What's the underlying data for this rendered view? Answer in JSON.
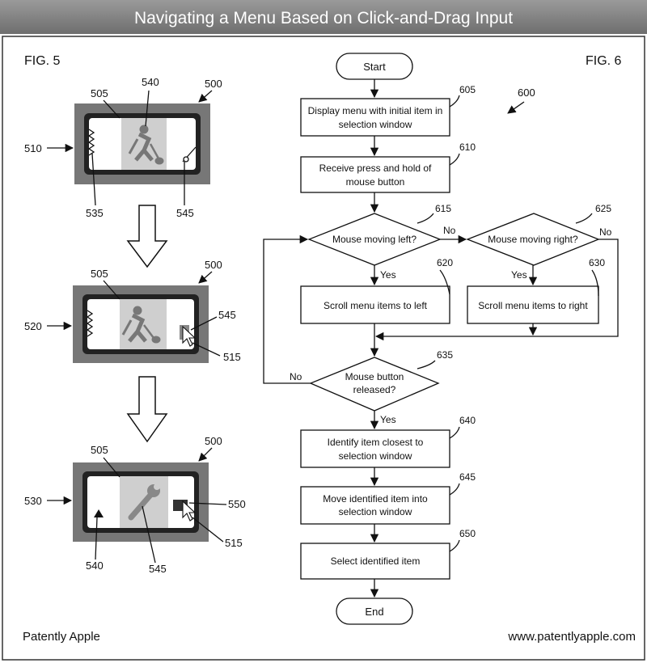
{
  "header": {
    "title": "Navigating a Menu Based on Click-and-Drag Input"
  },
  "fig5": {
    "title": "FIG. 5",
    "labels": {
      "p1_ref": "500",
      "p1_505": "505",
      "p1_540": "540",
      "p1_510": "510",
      "p1_535": "535",
      "p1_545": "545",
      "p2_ref": "500",
      "p2_505": "505",
      "p2_520": "520",
      "p2_545": "545",
      "p2_515": "515",
      "p3_ref": "500",
      "p3_505": "505",
      "p3_530": "530",
      "p3_550": "550",
      "p3_515": "515",
      "p3_540": "540",
      "p3_545": "545"
    }
  },
  "fig6": {
    "title": "FIG. 6",
    "ref": "600",
    "start": "Start",
    "end": "End",
    "steps": {
      "s605": {
        "num": "605",
        "l1": "Display menu with initial item in",
        "l2": "selection window"
      },
      "s610": {
        "num": "610",
        "l1": "Receive press and hold of",
        "l2": "mouse button"
      },
      "d615": {
        "num": "615",
        "l1": "Mouse moving left?"
      },
      "d625": {
        "num": "625",
        "l1": "Mouse moving right?"
      },
      "s620": {
        "num": "620",
        "l1": "Scroll menu items to left"
      },
      "s630": {
        "num": "630",
        "l1": "Scroll menu items to right"
      },
      "d635": {
        "num": "635",
        "l1": "Mouse button",
        "l2": "released?"
      },
      "s640": {
        "num": "640",
        "l1": "Identify item closest to",
        "l2": "selection window"
      },
      "s645": {
        "num": "645",
        "l1": "Move identified item into",
        "l2": "selection window"
      },
      "s650": {
        "num": "650",
        "l1": "Select identified item"
      }
    },
    "branches": {
      "yes": "Yes",
      "no": "No"
    }
  },
  "footer": {
    "left": "Patently Apple",
    "right": "www.patentlyapple.com"
  }
}
